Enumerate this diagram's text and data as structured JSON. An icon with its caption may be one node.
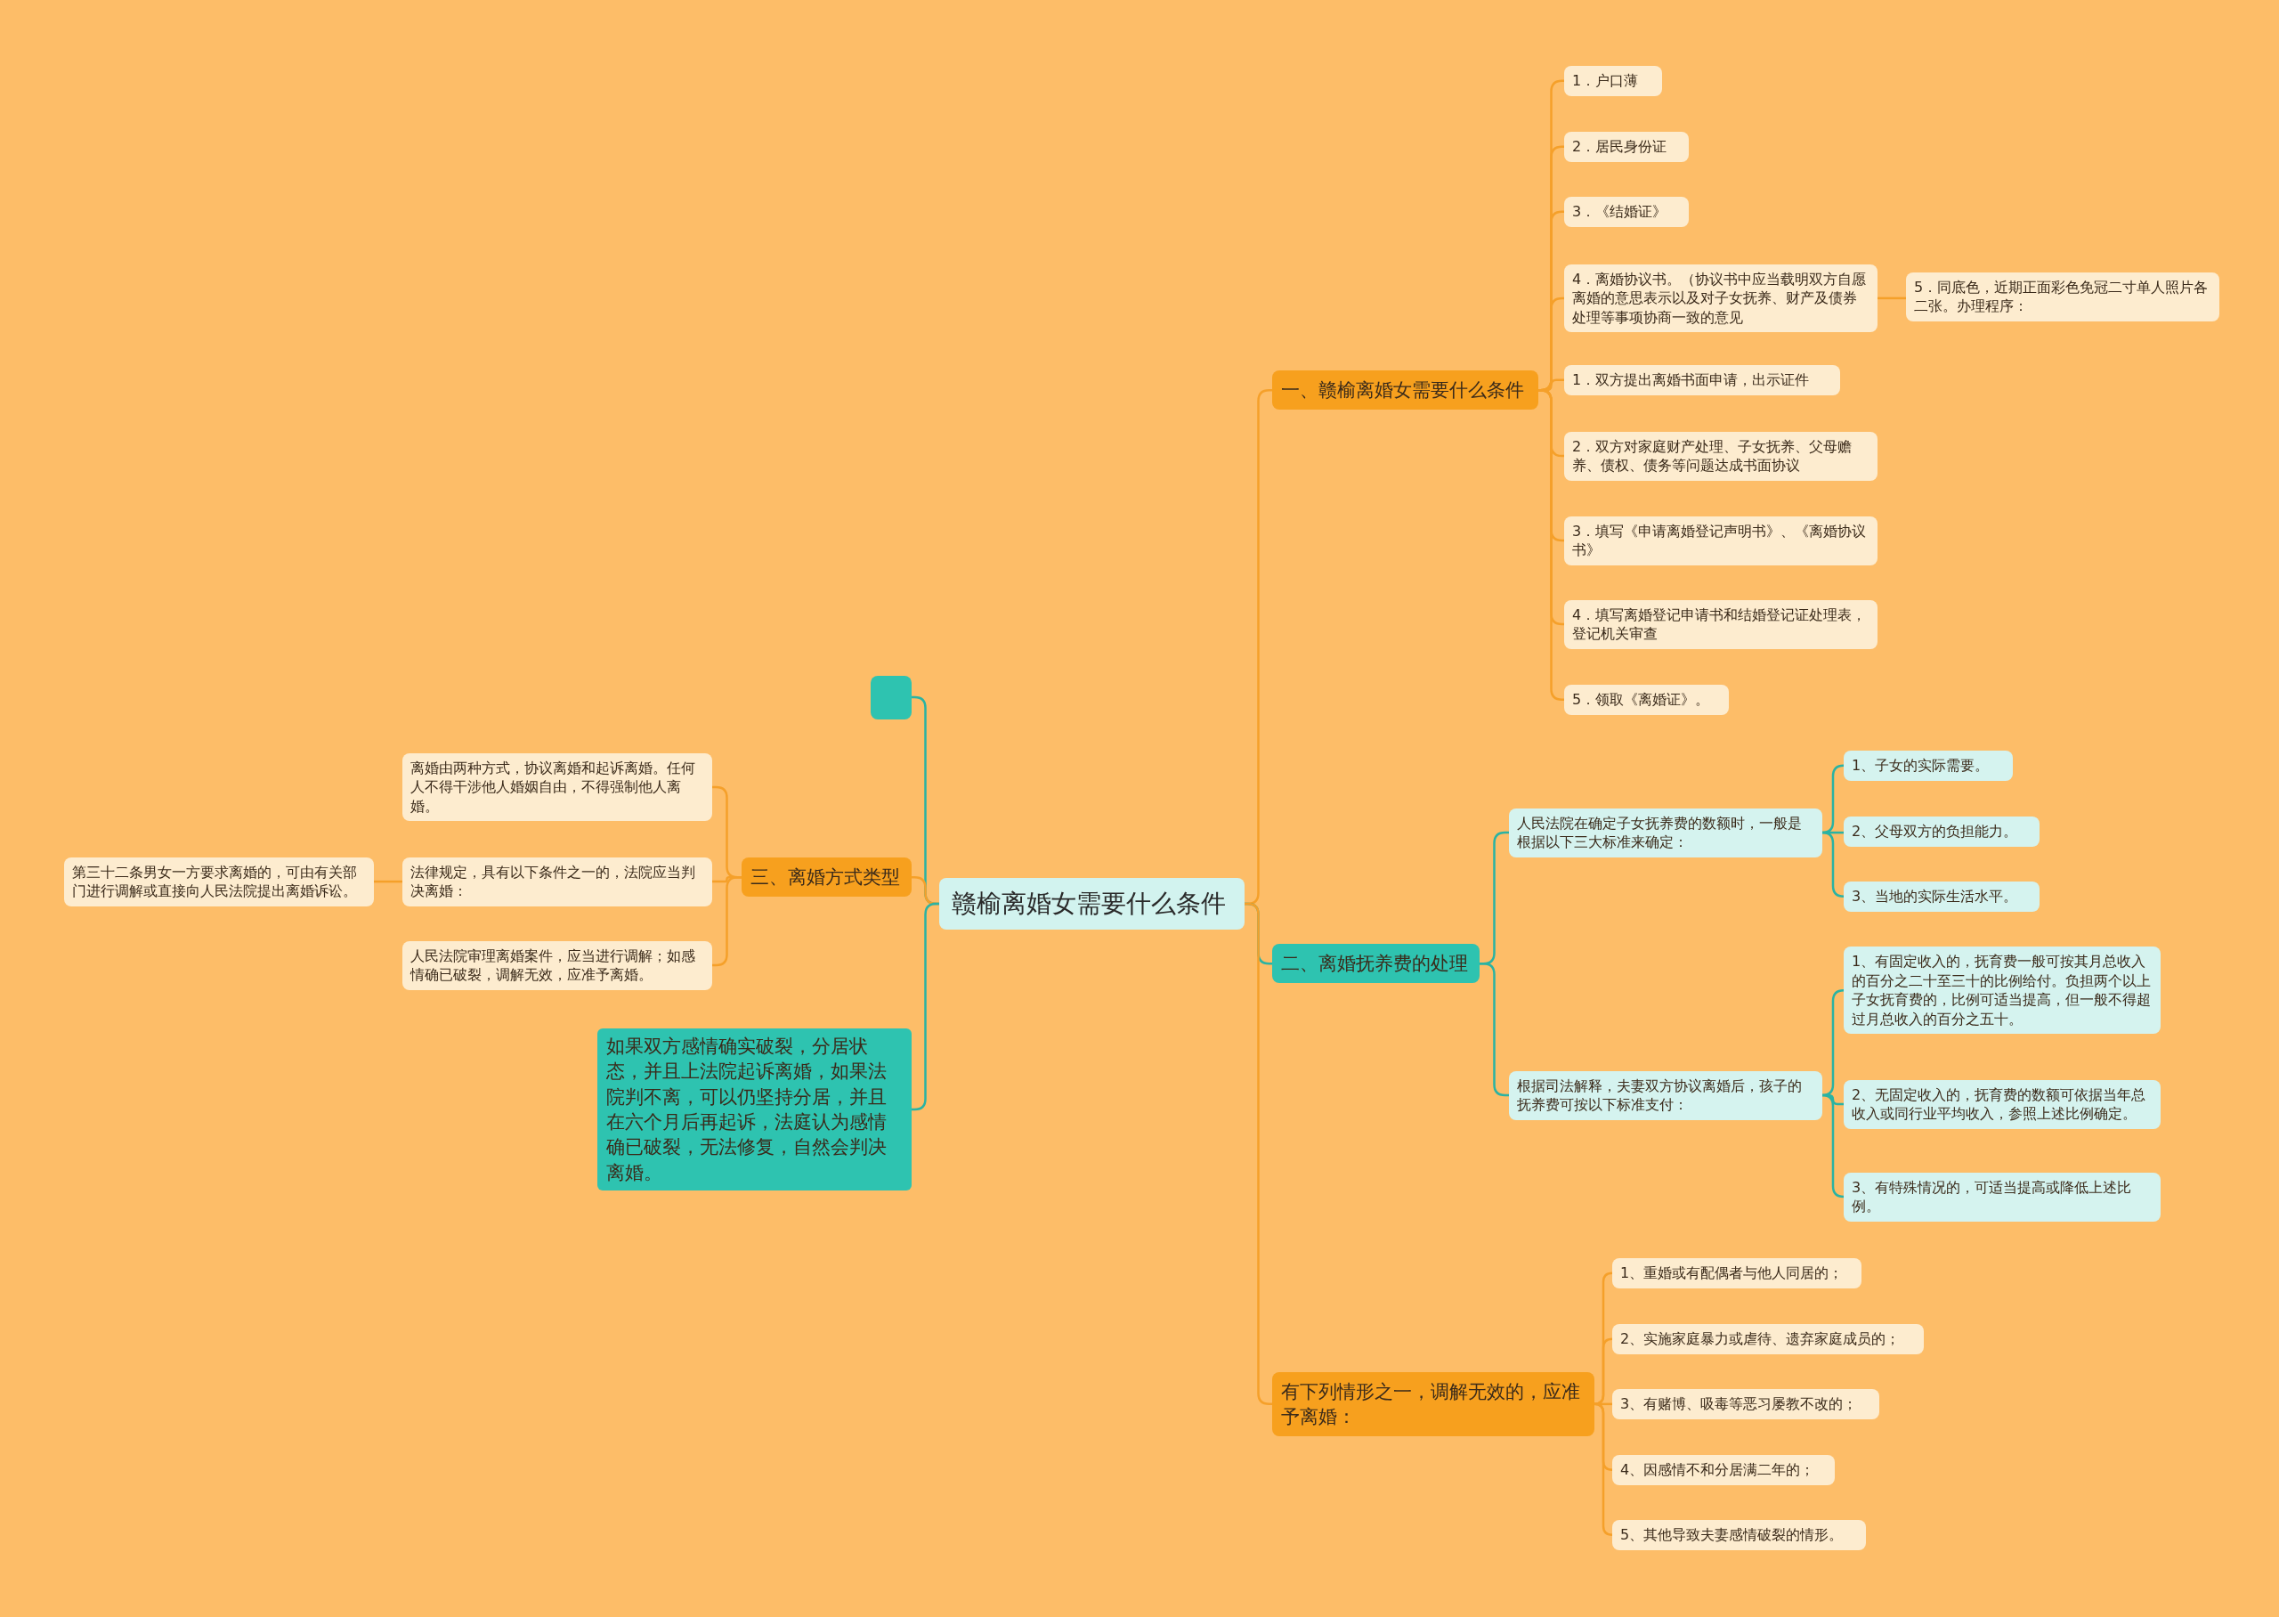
{
  "diagram": {
    "nodes": [
      {
        "text": [
          "赣榆离婚女需要什么条件"
        ]
      },
      {
        "text": [
          "一、赣榆离婚女需要什么条件"
        ]
      },
      {
        "text": [
          "1．户口薄"
        ]
      },
      {
        "text": [
          "2．居民身份证"
        ]
      },
      {
        "text": [
          "3．《结婚证》"
        ]
      },
      {
        "text": [
          "4．离婚协议书。（协议书中应当载明双方自愿离婚的意思表示以及对子女抚养、财产及债券处理等事项协商一致的意见"
        ]
      },
      {
        "text": [
          "5．同底色，近期正面彩色免冠二寸单人照片各二张。办理程序："
        ]
      },
      {
        "text": [
          "1．双方提出离婚书面申请，出示证件"
        ]
      },
      {
        "text": [
          "2．双方对家庭财产处理、子女抚养、父母赡养、债权、债务等问题达成书面协议"
        ]
      },
      {
        "text": [
          "3．填写《申请离婚登记声明书》、《离婚协议书》"
        ]
      },
      {
        "text": [
          "4．填写离婚登记申请书和结婚登记证处理表，登记机关审查"
        ]
      },
      {
        "text": [
          "5．领取《离婚证》。"
        ]
      },
      {
        "text": [
          "二、离婚抚养费的处理"
        ]
      },
      {
        "text": [
          "人民法院在确定子女抚养费的数额时，一般是根据以下三大标准来确定："
        ]
      },
      {
        "text": [
          "1、子女的实际需要。"
        ]
      },
      {
        "text": [
          "2、父母双方的负担能力。"
        ]
      },
      {
        "text": [
          "3、当地的实际生活水平。"
        ]
      },
      {
        "text": [
          "根据司法解释，夫妻双方协议离婚后，孩子的抚养费可按以下标准支付："
        ]
      },
      {
        "text": [
          "1、有固定收入的，抚育费一般可按其月总收入的百分之二十至三十的比例给付。负担两个以上子女抚育费的，比例可适当提高，但一般不得超过月总收入的百分之五十。"
        ]
      },
      {
        "text": [
          "2、无固定收入的，抚育费的数额可依据当年总收入或同行业平均收入，参照上述比例确定。"
        ]
      },
      {
        "text": [
          "3、有特殊情况的，可适当提高或降低上述比例。"
        ]
      },
      {
        "text": [
          "有下列情形之一，调解无效的，应准予离婚："
        ]
      },
      {
        "text": [
          "1、重婚或有配偶者与他人同居的；"
        ]
      },
      {
        "text": [
          "2、实施家庭暴力或虐待、遗弃家庭成员的；"
        ]
      },
      {
        "text": [
          "3、有赌博、吸毒等恶习屡教不改的；"
        ]
      },
      {
        "text": [
          "4、因感情不和分居满二年的；"
        ]
      },
      {
        "text": [
          "5、其他导致夫妻感情破裂的情形。"
        ]
      },
      {
        "text": [],
        "shape": "box"
      },
      {
        "text": [
          "三、离婚方式类型"
        ]
      },
      {
        "text": [
          "离婚由两种方式，协议离婚和起诉离婚。任何人不得干涉他人婚姻自由，不得强制他人离婚。"
        ]
      },
      {
        "text": [
          "法律规定，具有以下条件之一的，法院应当判决离婚："
        ]
      },
      {
        "text": [
          "第三十二条男女一方要求离婚的，可由有关部门进行调解或直接向人民法院提出离婚诉讼。"
        ]
      },
      {
        "text": [
          "人民法院审理离婚案件，应当进行调解；如感情确已破裂，调解无效，应准予离婚。"
        ]
      },
      {
        "text": [
          "如果双方感情确实破裂，分居状态，并且上法院起诉离婚，如果法院判不离，可以仍坚持分居，并且在六个月后再起诉，法庭认为感情确已破裂，无法修复，自然会判决离婚。"
        ]
      }
    ],
    "edges": [
      {
        "from": 0,
        "to": 1,
        "arrow": "none"
      },
      {
        "from": 1,
        "to": 2,
        "arrow": "none"
      },
      {
        "from": 1,
        "to": 3,
        "arrow": "none"
      },
      {
        "from": 1,
        "to": 4,
        "arrow": "none"
      },
      {
        "from": 1,
        "to": 5,
        "arrow": "none"
      },
      {
        "from": 5,
        "to": 6,
        "arrow": "none"
      },
      {
        "from": 1,
        "to": 7,
        "arrow": "none"
      },
      {
        "from": 1,
        "to": 8,
        "arrow": "none"
      },
      {
        "from": 1,
        "to": 9,
        "arrow": "none"
      },
      {
        "from": 1,
        "to": 10,
        "arrow": "none"
      },
      {
        "from": 1,
        "to": 11,
        "arrow": "none"
      },
      {
        "from": 0,
        "to": 12,
        "arrow": "none",
        "color": "#2ab3a3"
      },
      {
        "from": 12,
        "to": 13,
        "arrow": "none",
        "color": "#2ab3a3"
      },
      {
        "from": 13,
        "to": 14,
        "arrow": "none",
        "color": "#2ab3a3"
      },
      {
        "from": 13,
        "to": 15,
        "arrow": "none",
        "color": "#2ab3a3"
      },
      {
        "from": 13,
        "to": 16,
        "arrow": "none",
        "color": "#2ab3a3"
      },
      {
        "from": 12,
        "to": 17,
        "arrow": "none",
        "color": "#2ab3a3"
      },
      {
        "from": 17,
        "to": 18,
        "arrow": "none",
        "color": "#2ab3a3"
      },
      {
        "from": 17,
        "to": 19,
        "arrow": "none",
        "color": "#2ab3a3"
      },
      {
        "from": 17,
        "to": 20,
        "arrow": "none",
        "color": "#2ab3a3"
      },
      {
        "from": 0,
        "to": 21,
        "arrow": "none"
      },
      {
        "from": 21,
        "to": 22,
        "arrow": "none"
      },
      {
        "from": 21,
        "to": 23,
        "arrow": "none"
      },
      {
        "from": 21,
        "to": 24,
        "arrow": "none"
      },
      {
        "from": 21,
        "to": 25,
        "arrow": "none"
      },
      {
        "from": 21,
        "to": 26,
        "arrow": "none"
      },
      {
        "from": 0,
        "to": 27,
        "arrow": "none",
        "color": "#2ab3a3"
      },
      {
        "from": 0,
        "to": 28,
        "arrow": "none"
      },
      {
        "from": 28,
        "to": 29,
        "arrow": "none"
      },
      {
        "from": 28,
        "to": 30,
        "arrow": "none"
      },
      {
        "from": 30,
        "to": 31,
        "arrow": "none"
      },
      {
        "from": 28,
        "to": 32,
        "arrow": "none"
      },
      {
        "from": 0,
        "to": 33,
        "arrow": "none",
        "color": "#2ab3a3"
      }
    ]
  }
}
